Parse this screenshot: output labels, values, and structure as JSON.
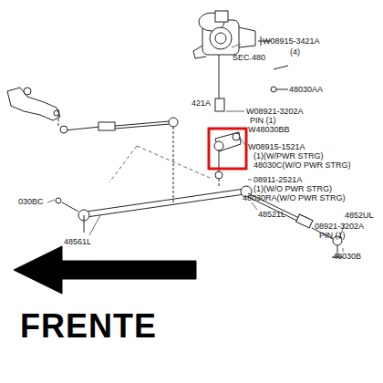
{
  "diagram": {
    "labels": [
      "SEC.480",
      "W08915-3421A",
      "(4)",
      "48030AA",
      "421A",
      "W08921-3202A",
      "PIN (1)",
      "W48030BB",
      "W08915-1521A",
      "(1)(W/PWR STRG)",
      "48030C(W/O PWR STRG)",
      "08911-2521A",
      "(1)(W/O PWR STRG)",
      "48030RA(W/O PWR STRG)",
      "48521L",
      "4852UL",
      "08921-3202A",
      "PIN (1)",
      "48030B",
      "030BC",
      "48561L",
      "FRENTE"
    ]
  }
}
